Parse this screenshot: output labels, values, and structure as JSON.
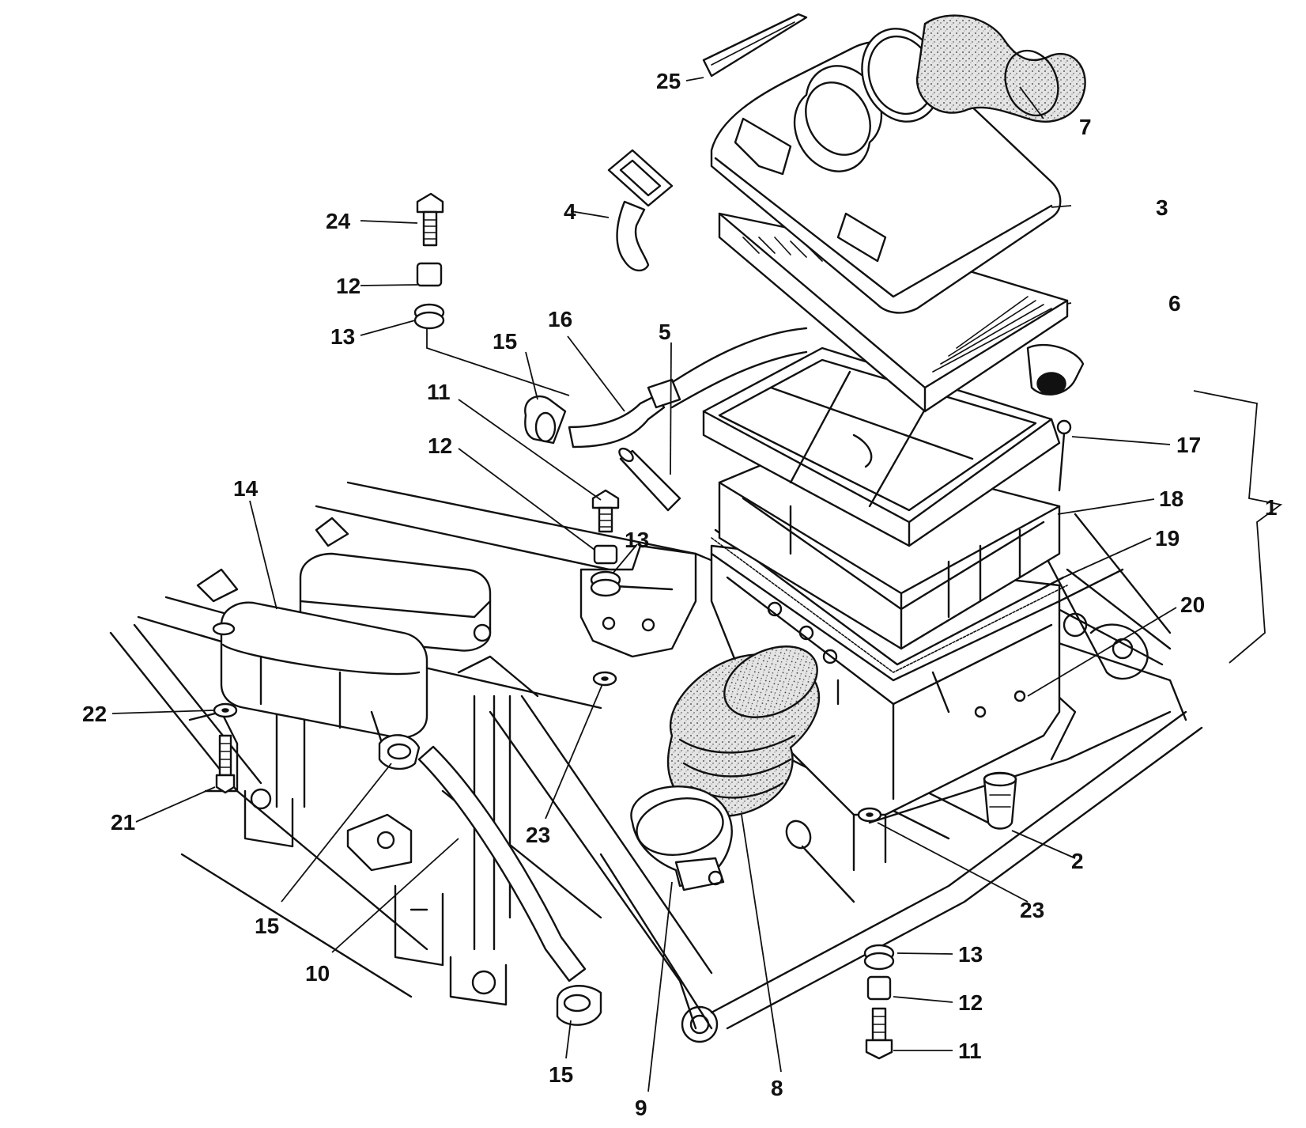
{
  "diagram": {
    "colors": {
      "line": "#111111",
      "background": "#ffffff",
      "foam": "#d9d9d9"
    },
    "callouts": [
      {
        "id": "c25",
        "text": "25"
      },
      {
        "id": "c7",
        "text": "7"
      },
      {
        "id": "c3",
        "text": "3"
      },
      {
        "id": "c4",
        "text": "4"
      },
      {
        "id": "c24",
        "text": "24"
      },
      {
        "id": "c12a",
        "text": "12"
      },
      {
        "id": "c13a",
        "text": "13"
      },
      {
        "id": "c6",
        "text": "6"
      },
      {
        "id": "c15a",
        "text": "15"
      },
      {
        "id": "c16",
        "text": "16"
      },
      {
        "id": "c5",
        "text": "5"
      },
      {
        "id": "c11a",
        "text": "11"
      },
      {
        "id": "c12b",
        "text": "12"
      },
      {
        "id": "c17",
        "text": "17"
      },
      {
        "id": "c18",
        "text": "18"
      },
      {
        "id": "c1",
        "text": "1"
      },
      {
        "id": "c19",
        "text": "19"
      },
      {
        "id": "c14",
        "text": "14"
      },
      {
        "id": "c13b",
        "text": "13"
      },
      {
        "id": "c20",
        "text": "20"
      },
      {
        "id": "c22",
        "text": "22"
      },
      {
        "id": "c23a",
        "text": "23"
      },
      {
        "id": "c21",
        "text": "21"
      },
      {
        "id": "c2",
        "text": "2"
      },
      {
        "id": "c15b",
        "text": "15"
      },
      {
        "id": "c23b",
        "text": "23"
      },
      {
        "id": "c10",
        "text": "10"
      },
      {
        "id": "c13c",
        "text": "13"
      },
      {
        "id": "c12c",
        "text": "12"
      },
      {
        "id": "c11b",
        "text": "11"
      },
      {
        "id": "c15c",
        "text": "15"
      },
      {
        "id": "c9",
        "text": "9"
      },
      {
        "id": "c8",
        "text": "8"
      }
    ]
  }
}
